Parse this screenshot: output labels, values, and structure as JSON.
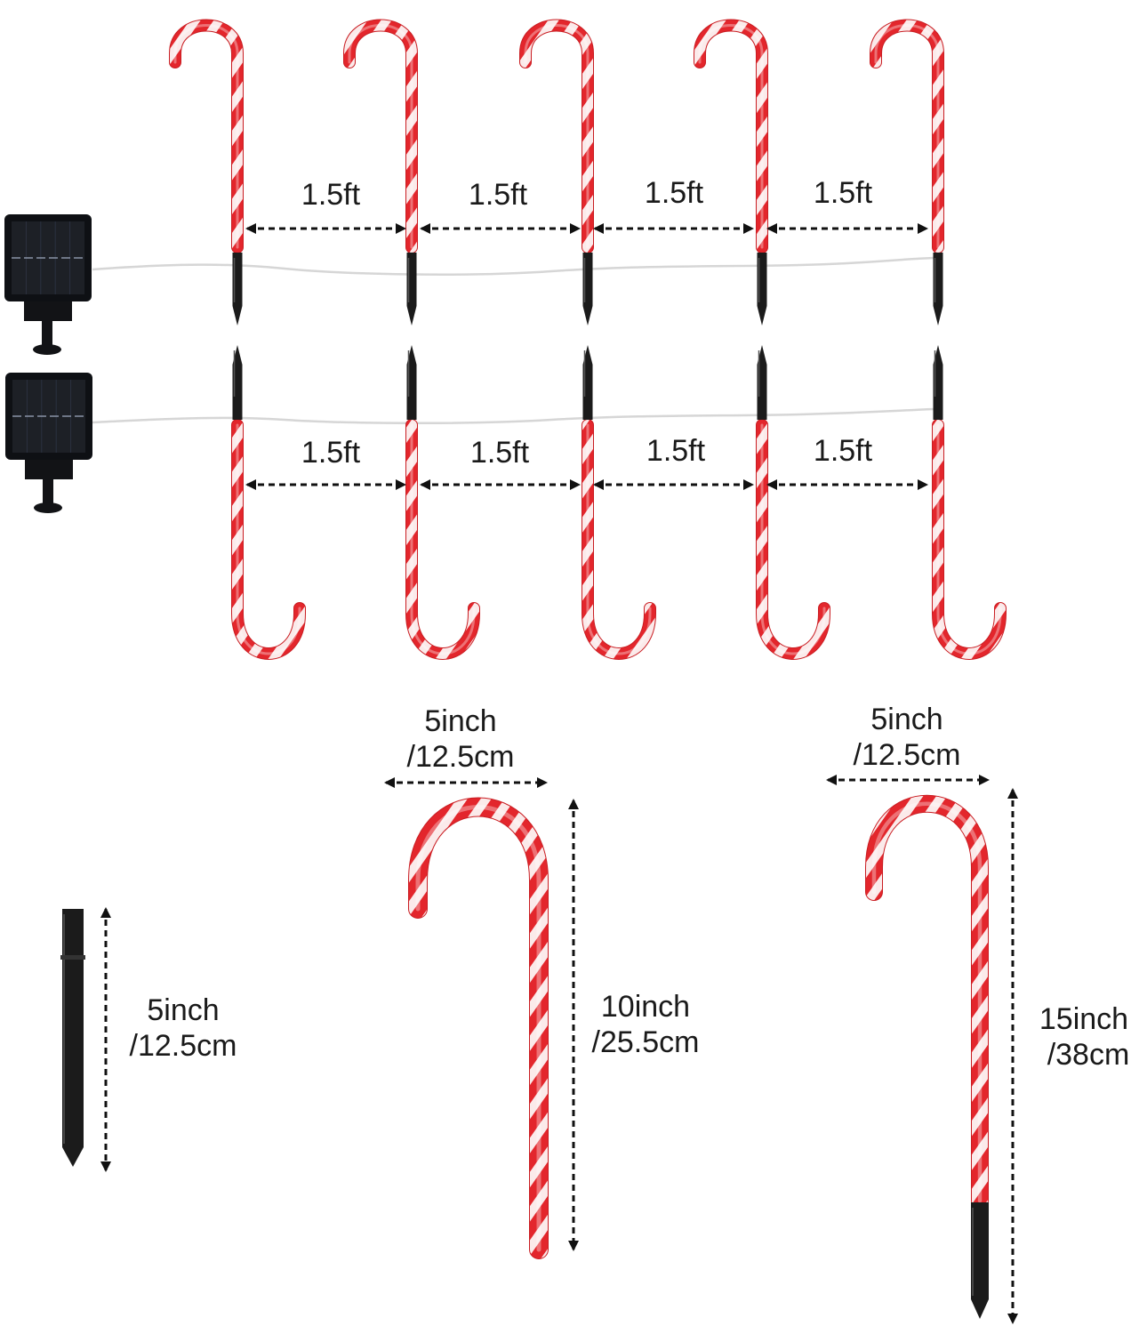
{
  "colors": {
    "cane_red": "#e3262c",
    "cane_white": "#fbeaea",
    "stake": "#1b1b1b",
    "panel": "#1d2026",
    "wire": "#d6d6d6",
    "arrow": "#111111"
  },
  "spacing": {
    "top_row": [
      "1.5ft",
      "1.5ft",
      "1.5ft",
      "1.5ft"
    ],
    "bottom_row": [
      "1.5ft",
      "1.5ft",
      "1.5ft",
      "1.5ft"
    ]
  },
  "dimensions": {
    "stake": {
      "line1": "5inch",
      "line2": "/12.5cm"
    },
    "small_cane_width": {
      "line1": "5inch",
      "line2": "/12.5cm"
    },
    "small_cane_height": {
      "line1": "10inch",
      "line2": "/25.5cm"
    },
    "large_cane_width": {
      "line1": "5inch",
      "line2": "/12.5cm"
    },
    "large_cane_height": {
      "line1": "15inch",
      "line2": "/38cm"
    }
  },
  "icons": {
    "solar_panel": "solar-panel-icon",
    "candy_cane": "candy-cane-icon",
    "ground_stake": "ground-stake-icon"
  }
}
